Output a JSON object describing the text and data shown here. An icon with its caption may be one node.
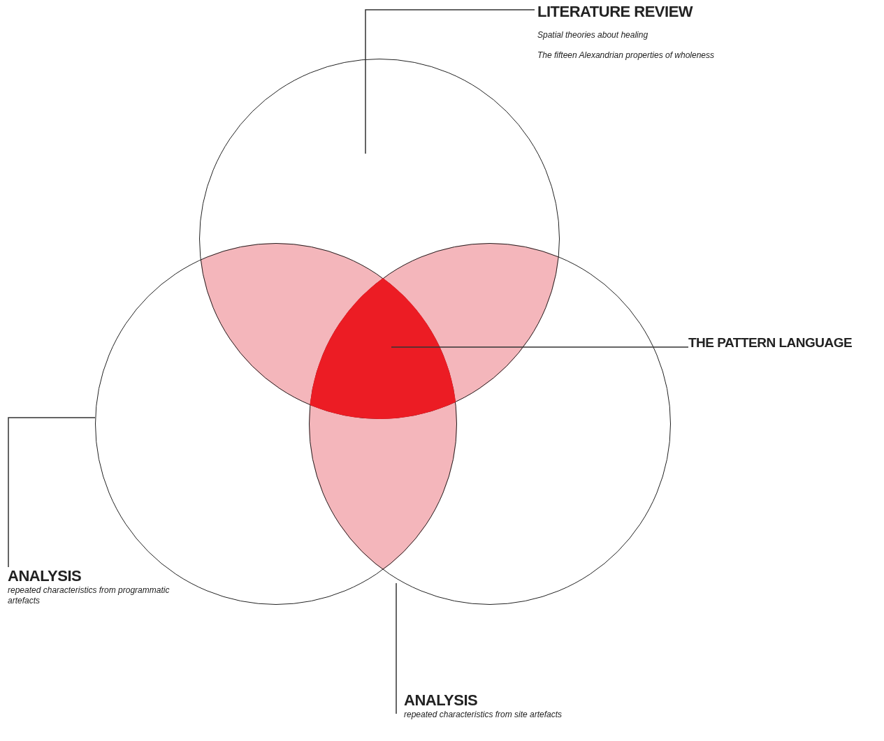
{
  "diagram": {
    "nodes": [
      {
        "text": [],
        "shape": "circle"
      },
      {
        "text": [],
        "shape": "circle"
      },
      {
        "text": [],
        "shape": "circle"
      },
      {
        "text": [],
        "shape": "region"
      },
      {
        "text": [
          "LITERATURE REVIEW",
          "Spatial theories about healing",
          "The fifteen Alexandrian properties of wholeness"
        ]
      },
      {
        "text": [
          "THE PATTERN LANGUAGE"
        ]
      },
      {
        "text": [
          "ANALYSIS",
          "repeated characteristics from programmatic artefacts"
        ]
      },
      {
        "text": [
          "ANALYSIS",
          "repeated characteristics from site artefacts"
        ]
      }
    ],
    "edges": [
      {
        "from": 4,
        "to": 0,
        "arrow": "none"
      },
      {
        "from": 5,
        "to": 3,
        "arrow": "none"
      },
      {
        "from": 6,
        "to": 1,
        "arrow": "none"
      },
      {
        "from": 7,
        "to": 1,
        "arrow": "none"
      }
    ]
  }
}
